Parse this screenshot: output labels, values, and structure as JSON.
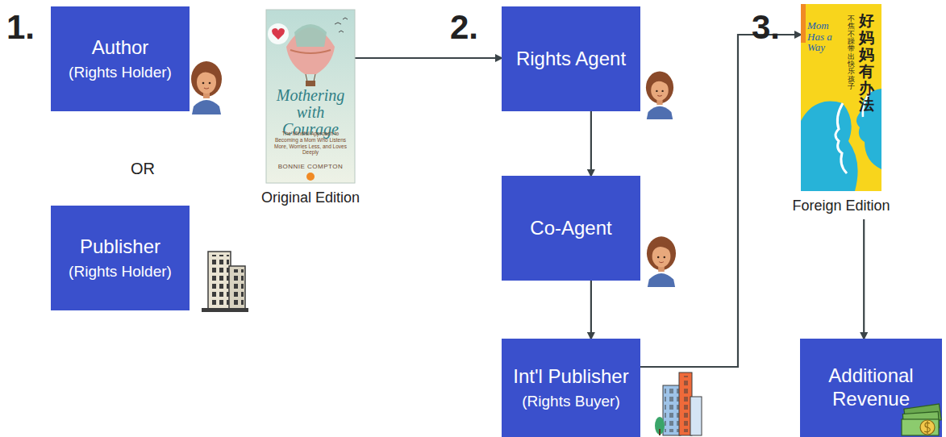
{
  "diagram": {
    "nodes": [
      {
        "text": [
          "Author",
          "(Rights Holder)"
        ]
      },
      {
        "text": [
          "Publisher",
          "(Rights Holder)"
        ]
      },
      {
        "text": [
          "Mothering with Courage",
          "The Mindful Approach to Becoming a Mom Who Listens More, Worries Less, and Loves Deeply",
          "BONNIE COMPTON",
          "Original Edition"
        ]
      },
      {
        "text": [
          "Rights Agent"
        ]
      },
      {
        "text": [
          "Co-Agent"
        ]
      },
      {
        "text": [
          "Int'l Publisher",
          "(Rights Buyer)"
        ]
      },
      {
        "text": [
          "Mom Has a Way",
          "好妈妈有办法",
          "不焦不躁带出快乐孩子",
          "Foreign Edition"
        ]
      },
      {
        "text": [
          "Additional Revenue"
        ]
      }
    ],
    "edges": [
      {
        "from": 2,
        "to": 3,
        "arrow": "to"
      },
      {
        "from": 3,
        "to": 4,
        "arrow": "to"
      },
      {
        "from": 4,
        "to": 5,
        "arrow": "to"
      },
      {
        "from": 5,
        "to": 6,
        "arrow": "to"
      },
      {
        "from": 6,
        "to": 7,
        "arrow": "to"
      }
    ],
    "labels": [
      "1.",
      "OR",
      "2.",
      "3."
    ]
  }
}
